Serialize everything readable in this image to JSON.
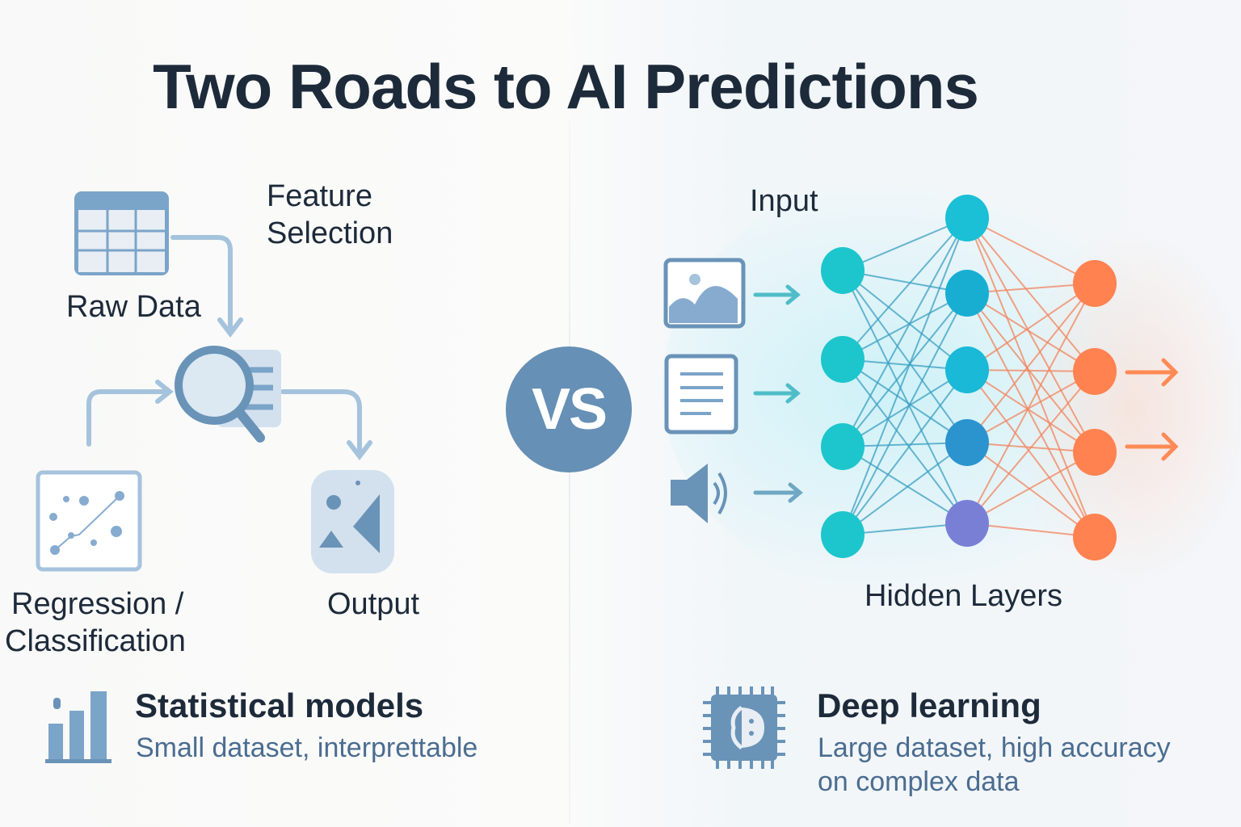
{
  "title": "Two Roads to AI Predictions",
  "left": {
    "feature_selection": [
      "Feature",
      "Selection"
    ],
    "raw_data": "Raw Data",
    "regression": [
      "Regression /",
      "Classification"
    ],
    "output": "Output",
    "heading": "Statistical models",
    "subtitle": "Small dataset, interprettable"
  },
  "vs": "VS",
  "right": {
    "input": "Input",
    "hidden_layers": "Hidden Layers",
    "heading": "Deep learning",
    "subtitle": [
      "Large dataset, high accuracy",
      "on complex data"
    ]
  },
  "colors": {
    "accent_blue": "#6690b5",
    "light_blue": "#a9c4dd",
    "teal": "#1cc6cc",
    "orange": "#ff8250",
    "purple": "#7a7fd6"
  }
}
